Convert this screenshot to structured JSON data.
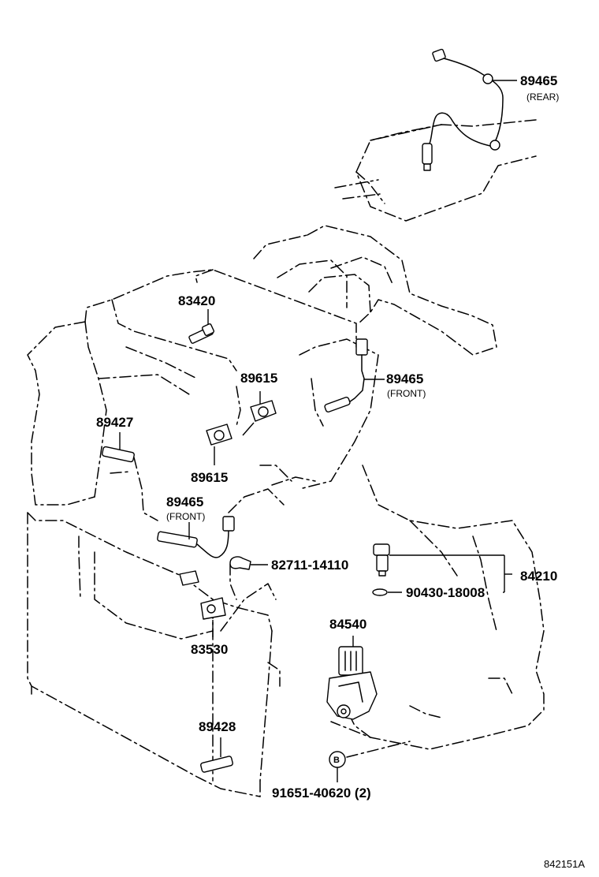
{
  "labels": {
    "p89465_rear": "89465",
    "p89465_rear_note": "(REAR)",
    "p83420": "83420",
    "p89615_top": "89615",
    "p89465_front_right": "89465",
    "p89465_front_right_note": "(FRONT)",
    "p89427": "89427",
    "p89615_bottom": "89615",
    "p89465_front_left": "89465",
    "p89465_front_left_note": "(FRONT)",
    "p82711": "82711-14110",
    "p90430": "90430-18008",
    "p84210": "84210",
    "p83530": "83530",
    "p84540": "84540",
    "p89428": "89428",
    "circle_b": "B",
    "p91651": "91651-40620 (2)",
    "diagram_code": "842151A"
  }
}
